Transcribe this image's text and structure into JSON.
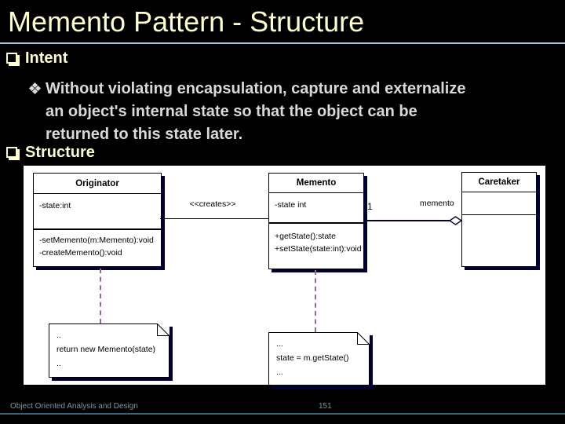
{
  "slide": {
    "title": "Memento Pattern - Structure",
    "intent": {
      "label": "Intent",
      "lines": [
        "Without violating encapsulation, capture and externalize",
        "an object's internal state so that the object can be",
        "returned to this state later."
      ]
    },
    "structure_label": "Structure",
    "footer": {
      "course": "Object Oriented Analysis and Design",
      "page_number": "151"
    }
  },
  "diagram": {
    "classes": [
      {
        "name": "Originator",
        "attributes": [
          "-state:int"
        ],
        "methods": [
          "-setMemento(m:Memento):void",
          "-createMemento():void"
        ]
      },
      {
        "name": "Memento",
        "attributes": [
          "-state int"
        ],
        "methods": [
          "+getState():state",
          "+setState(state:int):void"
        ]
      },
      {
        "name": "Caretaker",
        "attributes": [],
        "methods": []
      }
    ],
    "creates_label": "<<creates>>",
    "multiplicity_label": "1",
    "role_label": "memento",
    "notes": [
      {
        "lines": [
          "..",
          "return new Memento(state)",
          ".."
        ]
      },
      {
        "lines": [
          "...",
          "state = m.getState()",
          "..."
        ]
      }
    ]
  },
  "colors": {
    "background": "#000000",
    "accent_yellow": "#FFFFCC",
    "body_text": "#D9D9D9",
    "rule_top": "#A9C7CE",
    "rule_bottom": "#3E6273",
    "footer_text": "#7E94A3",
    "shadow_navy": "#000033",
    "dashed_purple": "#996699"
  }
}
